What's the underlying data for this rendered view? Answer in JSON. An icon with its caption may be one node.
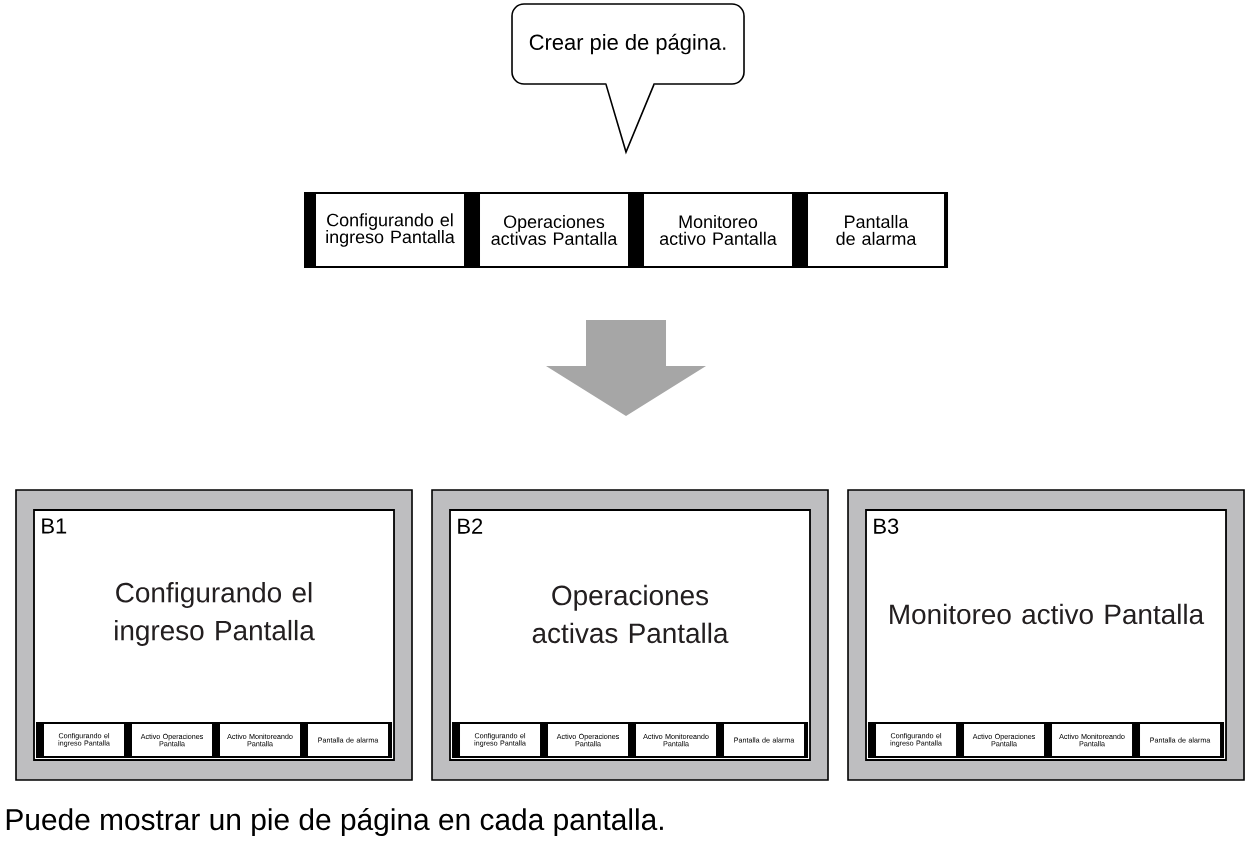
{
  "diagram": {
    "caption": "Puede mostrar un pie de página en cada pantalla.",
    "nodes": [
      {
        "text": [
          "Crear pie de página."
        ]
      },
      {
        "text": [
          "Configurando el ingreso Pantalla"
        ]
      },
      {
        "text": [
          "Operaciones activas Pantalla"
        ]
      },
      {
        "text": [
          "Monitoreo activo Pantalla"
        ]
      },
      {
        "text": [
          "Pantalla de alarma"
        ]
      },
      {
        "text": [
          "B1",
          "Configurando el ingreso Pantalla"
        ]
      },
      {
        "text": [
          "Configurando el ingreso Pantalla"
        ],
        "in": 5
      },
      {
        "text": [
          "Activo Operaciones Pantalla"
        ],
        "in": 5
      },
      {
        "text": [
          "Activo Monitoreando Pantalla"
        ],
        "in": 5
      },
      {
        "text": [
          "Pantalla de alarma"
        ],
        "in": 5
      },
      {
        "text": [
          "B2",
          "Operaciones activas Pantalla"
        ]
      },
      {
        "text": [
          "Configurando el ingreso Pantalla"
        ],
        "in": 10
      },
      {
        "text": [
          "Activo Operaciones Pantalla"
        ],
        "in": 10
      },
      {
        "text": [
          "Activo Monitoreando Pantalla"
        ],
        "in": 10
      },
      {
        "text": [
          "Pantalla de alarma"
        ],
        "in": 10
      },
      {
        "text": [
          "B3",
          "Monitoreo activo Pantalla"
        ]
      },
      {
        "text": [
          "Configurando el ingreso Pantalla"
        ],
        "in": 15
      },
      {
        "text": [
          "Activo Operaciones Pantalla"
        ],
        "in": 15
      },
      {
        "text": [
          "Activo Monitoreando Pantalla"
        ],
        "in": 15
      },
      {
        "text": [
          "Pantalla de alarma"
        ],
        "in": 15
      }
    ]
  }
}
